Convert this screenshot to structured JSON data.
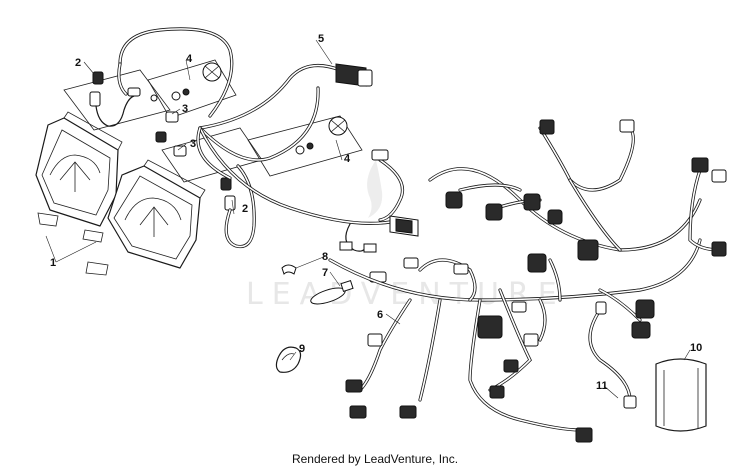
{
  "callouts": [
    "1",
    "2",
    "2",
    "3",
    "3",
    "4",
    "4",
    "5",
    "6",
    "7",
    "8",
    "9",
    "10",
    "11"
  ],
  "watermark": "LEADVENTURE",
  "footer": "Rendered by LeadVenture, Inc."
}
